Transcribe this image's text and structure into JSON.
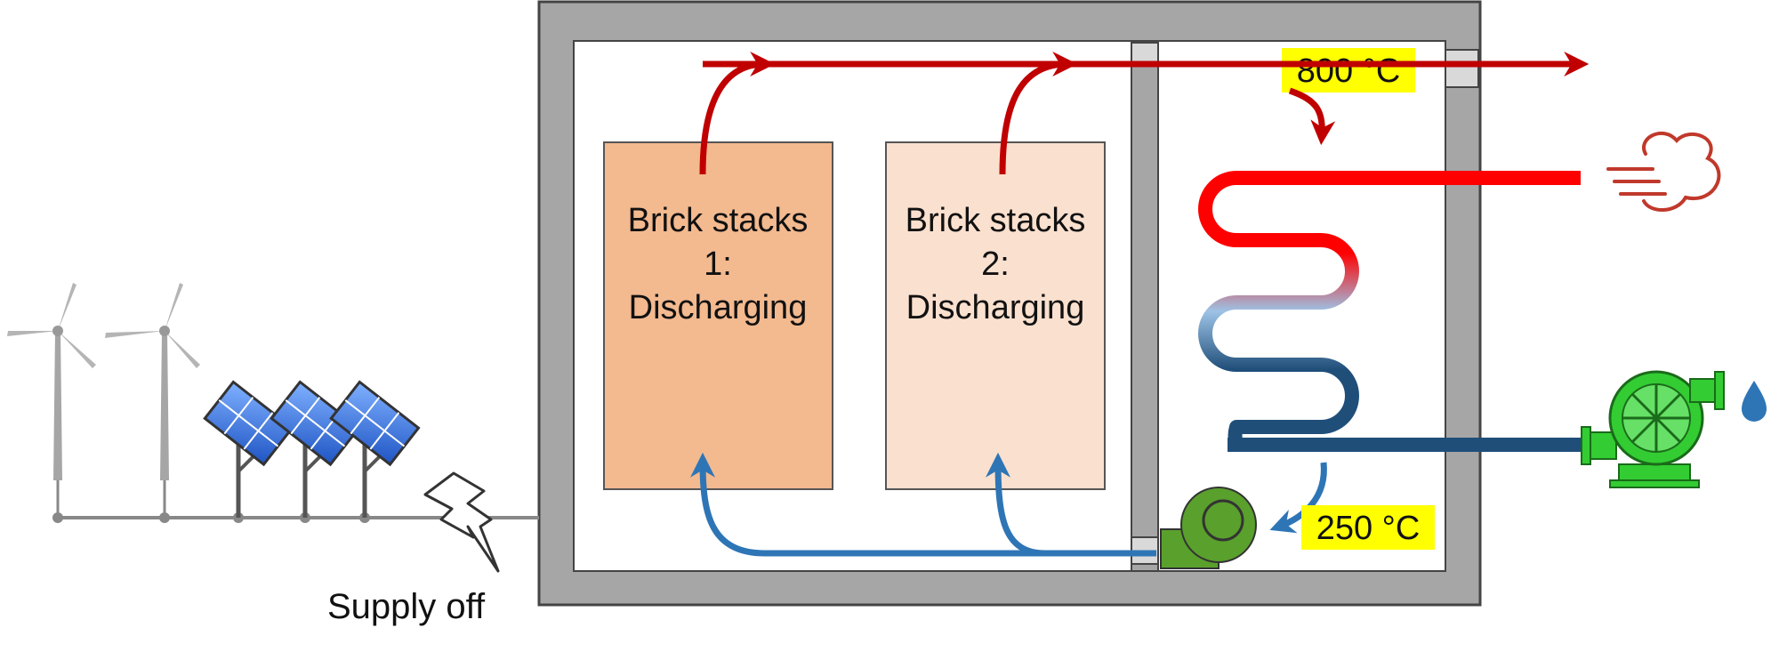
{
  "stack1": {
    "line1": "Brick stacks",
    "line2": "1:",
    "line3": "Discharging"
  },
  "stack2": {
    "line1": "Brick stacks",
    "line2": "2:",
    "line3": "Discharging"
  },
  "temps": {
    "hot": "800 °C",
    "cold": "250 °C"
  },
  "supply_label": "Supply off",
  "colors": {
    "enclosure": "#a6a6a6",
    "stack1_fill": "#f3b98f",
    "stack2_fill": "#fae0ce",
    "hot_flow": "#c00000",
    "cold_flow": "#2e75b6",
    "coil_hot": "#ff0000",
    "coil_cold": "#1f4e79",
    "blower": "#5aa02c",
    "pump": "#33cc33",
    "temp_highlight": "#ffff00",
    "solar": "#2f6fd6"
  },
  "icons": [
    "wind-turbine-icon",
    "solar-panel-icon",
    "lightning-icon",
    "steam-icon",
    "water-drop-icon",
    "blower-fan-icon",
    "water-pump-icon"
  ]
}
